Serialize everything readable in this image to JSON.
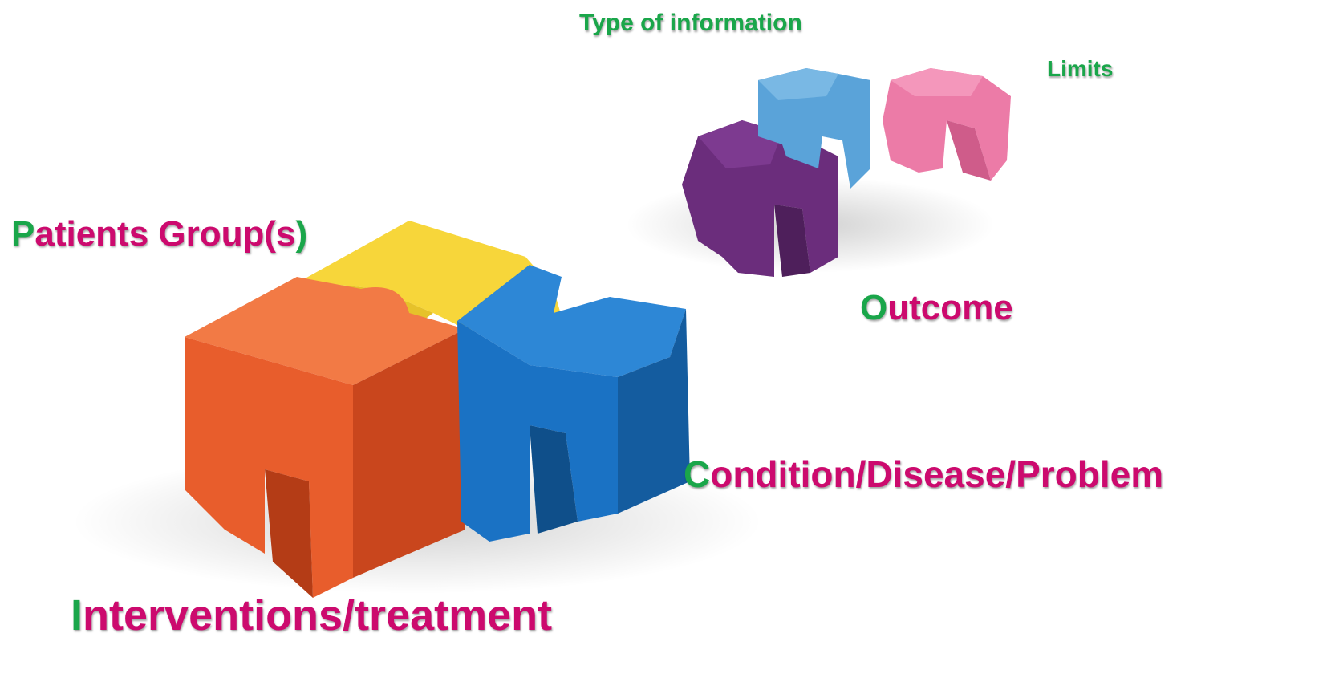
{
  "labels": {
    "type_of_information": "Type of information",
    "limits": "Limits",
    "patients": {
      "first": "P",
      "rest": "atients Group(s",
      "close": ")"
    },
    "outcome": {
      "first": "O",
      "rest": "utcome"
    },
    "condition": {
      "first": "C",
      "rest": "ondition/Disease/Problem"
    },
    "interventions": {
      "first": "I",
      "rest": "nterventions/treatment"
    }
  },
  "colors": {
    "green": "#1aa64a",
    "magenta": "#cc0a6e",
    "orange_piece": "#e85d2c",
    "yellow_piece": "#f7d63a",
    "blue_piece": "#1a72c4",
    "purple_piece": "#6b2d7c",
    "light_blue_piece": "#5aa3d9",
    "pink_piece": "#ec7ba7"
  }
}
